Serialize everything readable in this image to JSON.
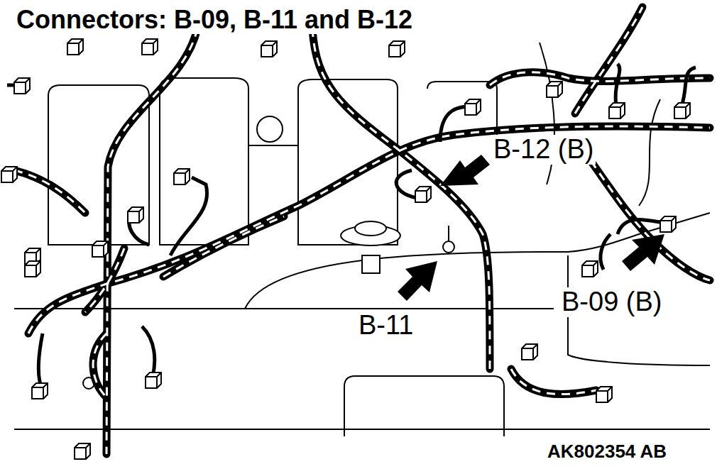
{
  "diagram": {
    "title": "Connectors: B-09, B-11 and B-12",
    "labels": [
      "B-12 (B)",
      "B-11",
      "B-09 (B)",
      "AK802354 AB"
    ]
  }
}
